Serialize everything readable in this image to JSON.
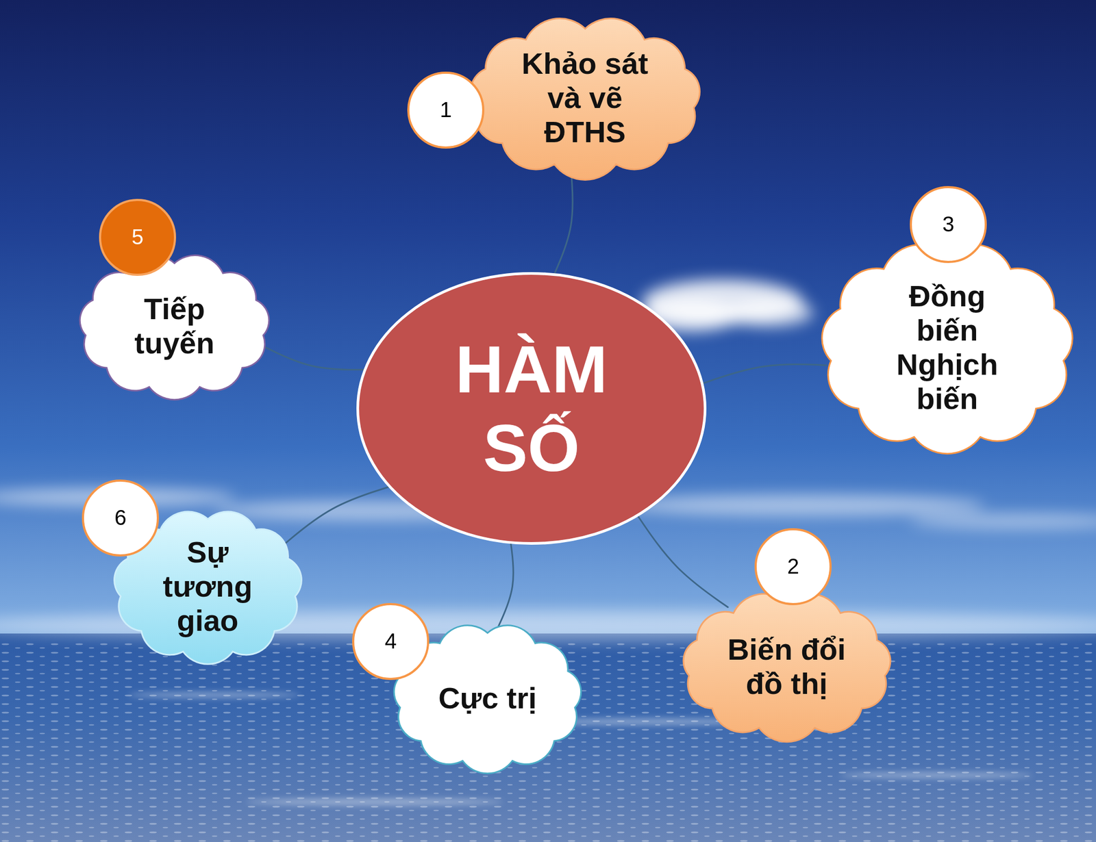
{
  "diagram": {
    "nodes": [
      {
        "text": [
          "1"
        ]
      },
      {
        "text": [
          "Khảo sát và vẽ ĐTHS"
        ]
      },
      {
        "text": [
          "5"
        ]
      },
      {
        "text": [
          "Tiếp tuyến"
        ]
      },
      {
        "text": [
          "3"
        ]
      },
      {
        "text": [
          "Đồng biến Nghịch biến"
        ]
      },
      {
        "text": [
          "HÀM SỐ"
        ]
      },
      {
        "text": [
          "6"
        ]
      },
      {
        "text": [
          "Sự tương giao"
        ]
      },
      {
        "text": [
          "2"
        ]
      },
      {
        "text": [
          "Biến đổi đồ thị"
        ]
      },
      {
        "text": [
          "4"
        ]
      },
      {
        "text": [
          "Cực trị"
        ]
      }
    ],
    "edges": [
      {
        "from": 6,
        "to": 1,
        "arrow": "none"
      },
      {
        "from": 6,
        "to": 5,
        "arrow": "none"
      },
      {
        "from": 6,
        "to": 10,
        "arrow": "none"
      },
      {
        "from": 6,
        "to": 12,
        "arrow": "none"
      },
      {
        "from": 6,
        "to": 8,
        "arrow": "none"
      },
      {
        "from": 6,
        "to": 3,
        "arrow": "none"
      }
    ]
  }
}
